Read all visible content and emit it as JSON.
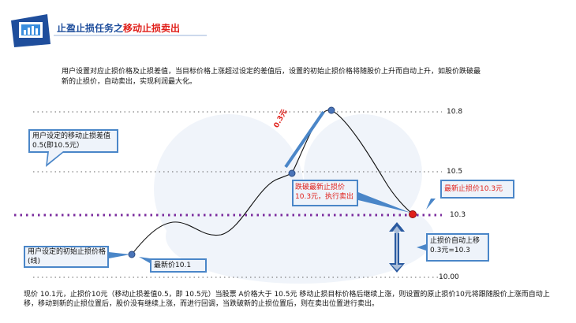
{
  "header": {
    "title_part1": "止盈止损任务之",
    "title_part2": "移动止损卖出"
  },
  "intro": "用户设置对应止损价格及止损差值，当目标价格上涨超过设定的差值后，设置的初始止损价格将随股价上升而自动上升，如股价跌破最新的止损价，自动卖出，实现利润最大化。",
  "price_levels": [
    {
      "label": "10.8",
      "value": 10.8
    },
    {
      "label": "10.5",
      "value": 10.5
    },
    {
      "label": "10.3",
      "value": 10.3
    },
    {
      "label": "10.00",
      "value": 10.0
    }
  ],
  "callouts": {
    "move_diff": "用户设定的移动止损差值0.5(即10.5元）",
    "initial_stop": "用户设定的初始止损价格(线)",
    "latest_price": "最新价10.1",
    "sell_trigger": "跌破最新止损价10.3元，执行卖出",
    "latest_stop": "最新止损价10.3元",
    "auto_move": "止损价自动上移0.3元=10.3"
  },
  "diagonal_label": "0.3元",
  "bottom_text": "现价 10.1元，止损价10元（移动止损差值0.5，即 10.5元）当股票 A价格大于 10.5元 移动止损目标价格后继续上涨，则设置的原止损价10元将跟随股价上涨而自动上移，移动到新的止损位置后，股价没有继续上涨，而进行回调，当跌破新的止损位置后，则在卖出位置进行卖出。",
  "colors": {
    "title_blue": "#1f4e9c",
    "accent_red": "#e0201b",
    "callout_blue": "#4a86c8",
    "dotted_purple": "#7b2c9e",
    "point_blue": "#4a74b8"
  }
}
